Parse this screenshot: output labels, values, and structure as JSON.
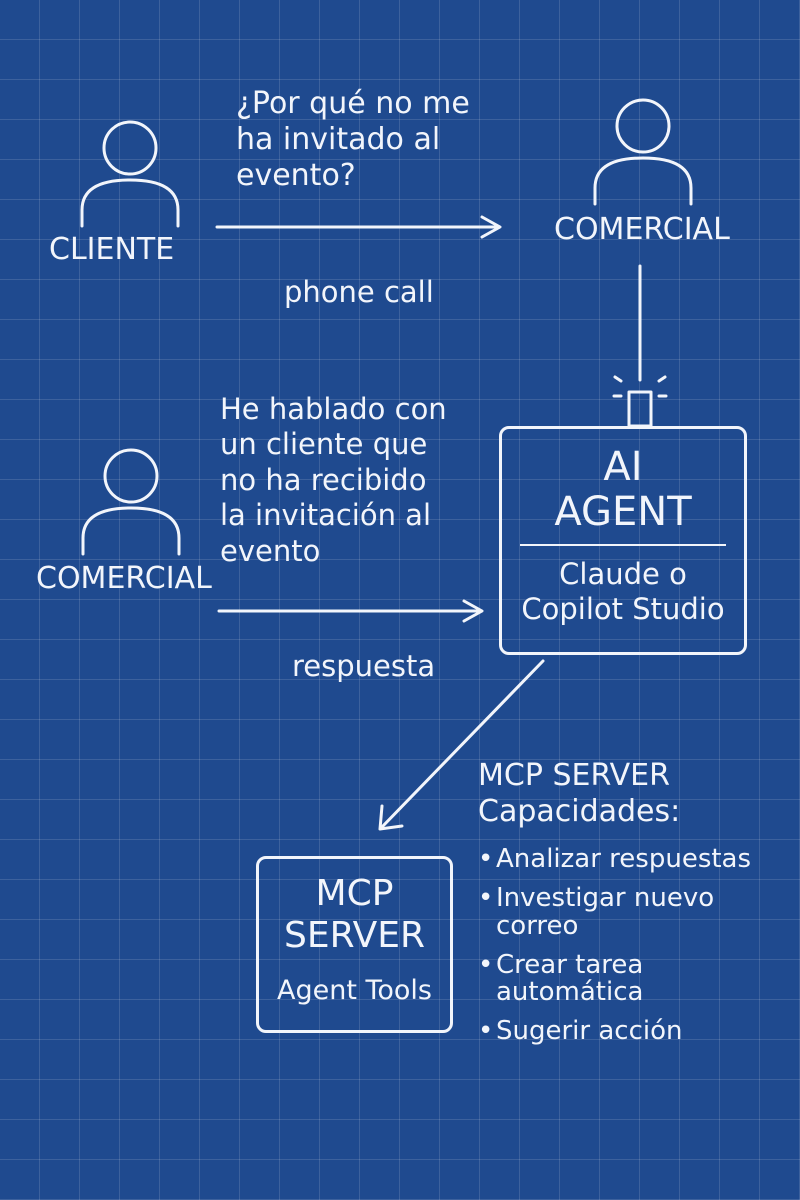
{
  "actors": {
    "cliente": "CLIENTE",
    "comercial_top": "COMERCIAL",
    "comercial_mid": "COMERCIAL"
  },
  "messages": {
    "question": "¿Por qué no me ha invitado al evento?",
    "phone_call": "phone call",
    "report": "He hablado con un cliente que no ha recibido la invitación al evento",
    "respuesta": "respuesta"
  },
  "ai_agent": {
    "title": "AI AGENT",
    "subtitle": "Claude o Copilot Studio"
  },
  "mcp_box": {
    "title": "MCP SERVER",
    "subtitle": "Agent Tools"
  },
  "capabilities": {
    "heading_1": "MCP SERVER",
    "heading_2": "Capacidades:",
    "items": [
      "Analizar respuestas",
      "Investigar nuevo correo",
      "Crear tarea automática",
      "Sugerir acción"
    ]
  },
  "icons": [
    "person-icon",
    "person-icon",
    "person-icon",
    "antenna-icon",
    "arrow-right-icon",
    "arrow-right-icon",
    "arrow-down-left-icon"
  ],
  "colors": {
    "background": "#1f4a8f",
    "ink": "#f2f5fb",
    "grid": "#3d64a3"
  }
}
